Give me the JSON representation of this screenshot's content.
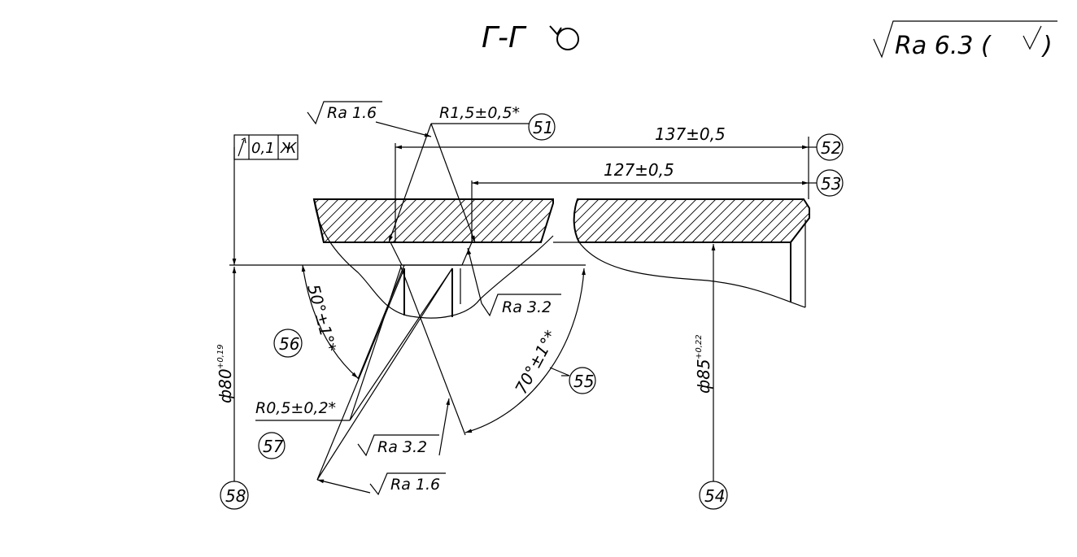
{
  "section_title": "Г-Г",
  "general_roughness": "Ra 6.3 (",
  "roughness": {
    "top_left": "Ra 1.6",
    "mid_right": "Ra 3.2",
    "bottom_mid": "Ra 3.2",
    "bottom": "Ra 1.6"
  },
  "tolerance_frame": {
    "value": "0,1",
    "datum": "Ж"
  },
  "dimensions": {
    "radius_top": "R1,5±0,5*",
    "length_137": "137±0,5",
    "length_127": "127±0,5",
    "angle_50": "50°±1°*",
    "angle_70": "70°±1°*",
    "radius_bottom": "R0,5±0,2*",
    "dia_80": "ф80",
    "dia_80_tol": "+0,19",
    "dia_85": "ф85",
    "dia_85_tol": "+0,22"
  },
  "callouts": {
    "c51": "51",
    "c52": "52",
    "c53": "53",
    "c54": "54",
    "c55": "55",
    "c56": "56",
    "c57": "57",
    "c58": "58"
  }
}
